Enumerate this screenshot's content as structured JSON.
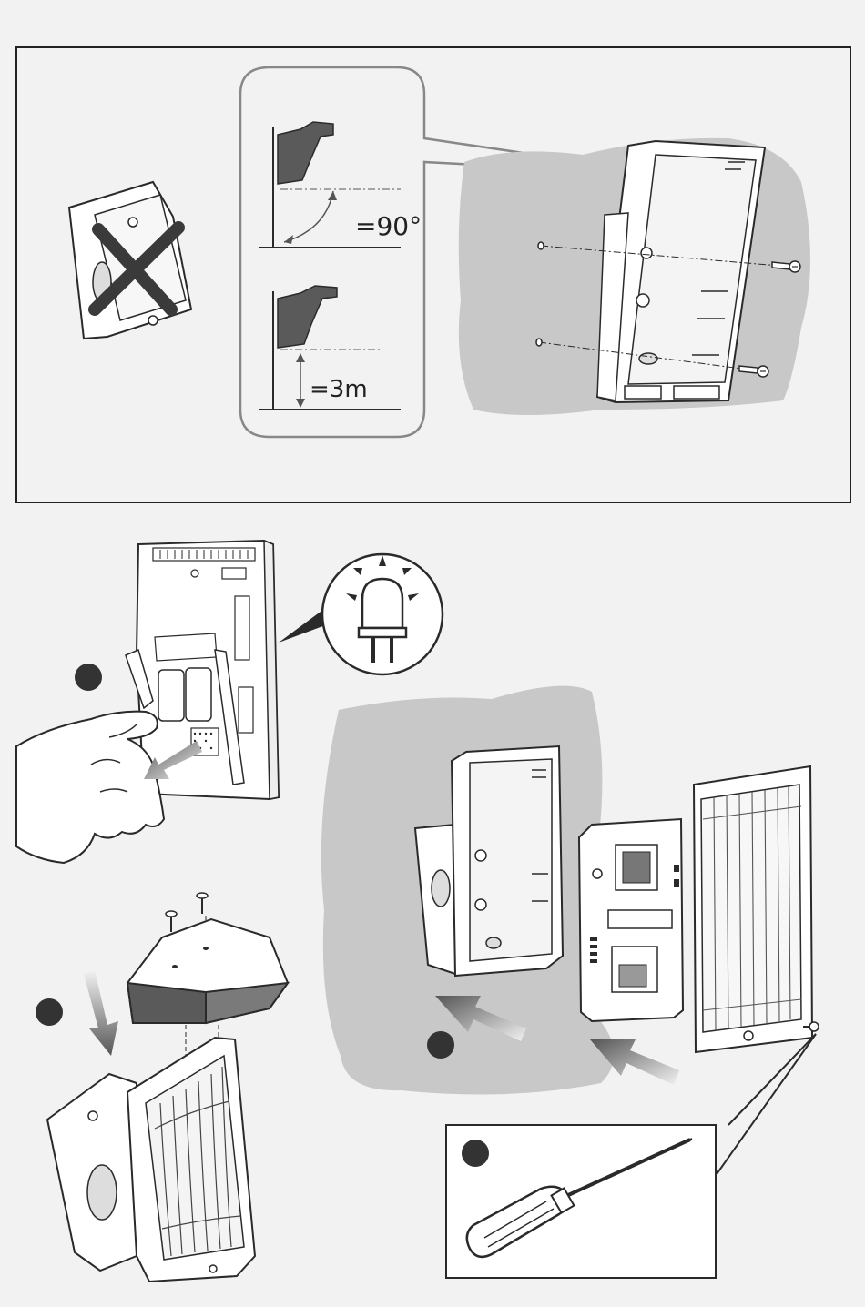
{
  "labels": {
    "angle": "=90°",
    "height": "=3m"
  },
  "icons": {
    "step_markers": [
      "step-marker-a",
      "step-marker-b",
      "step-marker-c",
      "step-marker-d"
    ],
    "led": "led-icon",
    "screwdriver": "screwdriver-icon",
    "wrong_mount": "cross-icon"
  },
  "colors": {
    "background": "#f2f2f2",
    "wall": "#c8c8c8",
    "line": "#2a2a2a",
    "device": "#ffffff",
    "dark_part": "#5a5a5a"
  }
}
